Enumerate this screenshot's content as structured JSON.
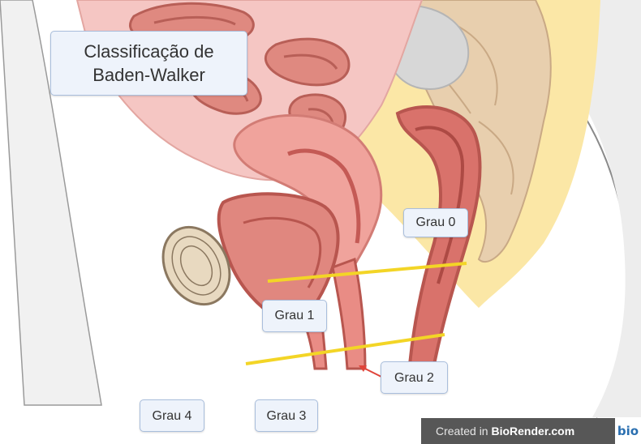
{
  "title": "Classificação de Baden-Walker",
  "title_lines": [
    "Classificação de",
    "Baden-Walker"
  ],
  "labels": {
    "grau0": "Grau 0",
    "grau1": "Grau 1",
    "grau2": "Grau 2",
    "grau3": "Grau 3",
    "grau4": "Grau 4"
  },
  "credit": {
    "prefix": "Created in ",
    "brand": "BioRender.com",
    "logo": "bio"
  },
  "colors": {
    "reference_line": "#f3d526",
    "arrow": "#e0443a",
    "label_fill": "#eef3fb",
    "label_border": "#a9bedc",
    "tissue_pink": "#f5b5b1",
    "muscle_red": "#d97068",
    "lumen_dark": "#c45a55",
    "fat_yellow": "#fbe7a6",
    "bowel_tan": "#e8cfae"
  },
  "icons": [
    "bone-cross-section-icon",
    "arrow-icon"
  ]
}
